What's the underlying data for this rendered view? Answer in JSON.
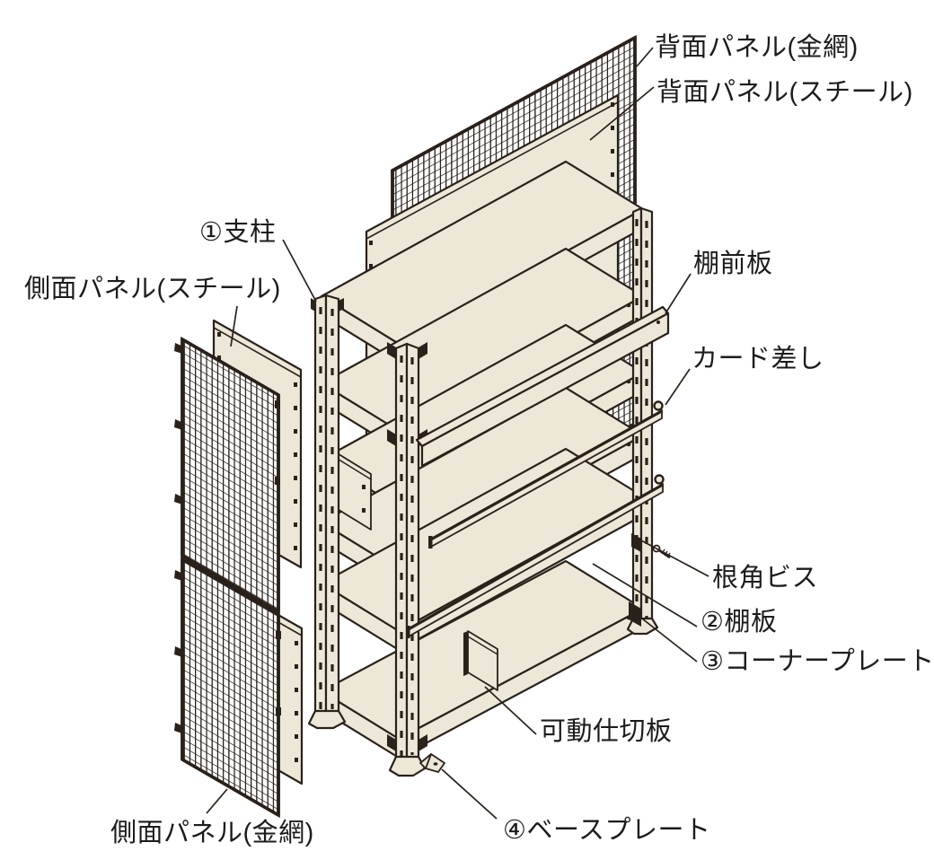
{
  "colors": {
    "background": "#ffffff",
    "line": "#2a211a",
    "panel_fill": "#ece7d7",
    "label_text": "#1c1c1c"
  },
  "labels": {
    "back_panel_mesh": "背面パネル(金網)",
    "back_panel_steel": "背面パネル(スチール)",
    "post": "①支柱",
    "side_panel_steel": "側面パネル(スチール)",
    "shelf_front_board": "棚前板",
    "card_holder": "カード差し",
    "square_neck_screw": "根角ビス",
    "shelf_board": "②棚板",
    "corner_plate": "③コーナープレート",
    "movable_partition": "可動仕切板",
    "side_panel_mesh": "側面パネル(金網)",
    "base_plate": "④ベースプレート"
  }
}
